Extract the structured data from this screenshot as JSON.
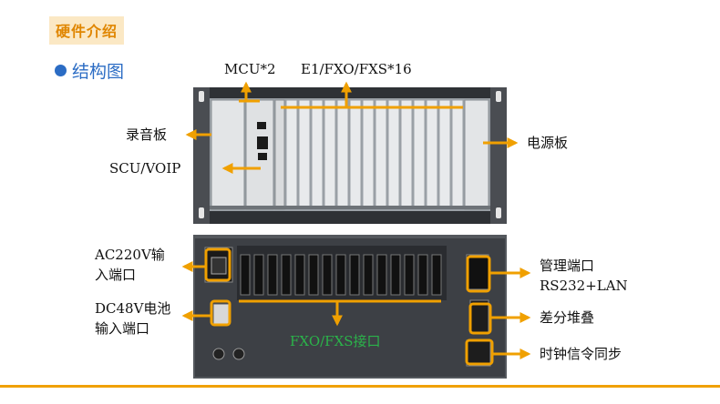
{
  "header": {
    "section_title": "硬件介绍"
  },
  "subheading": {
    "text": "结构图"
  },
  "front_panel": {
    "labels": {
      "mcu": "MCU*2",
      "e1": "E1/FXO/FXS*16",
      "recorder": "录音板",
      "scu": "SCU/VOIP",
      "power": "电源板"
    }
  },
  "rear_panel": {
    "labels": {
      "ac_line1": "AC220V输",
      "ac_line2": "入端口",
      "dc_line1": "DC48V电池",
      "dc_line2": "输入端口",
      "fxo": "FXO/FXS接口",
      "mgmt_line1": "管理端口",
      "mgmt_line2": "RS232+LAN",
      "diff": "差分堆叠",
      "clock": "时钟信令同步"
    }
  },
  "colors": {
    "accent": "#f0a000",
    "title": "#e08600",
    "title_bg": "#fbe8c4",
    "blue": "#2b6cc4",
    "green": "#2bb34a"
  }
}
